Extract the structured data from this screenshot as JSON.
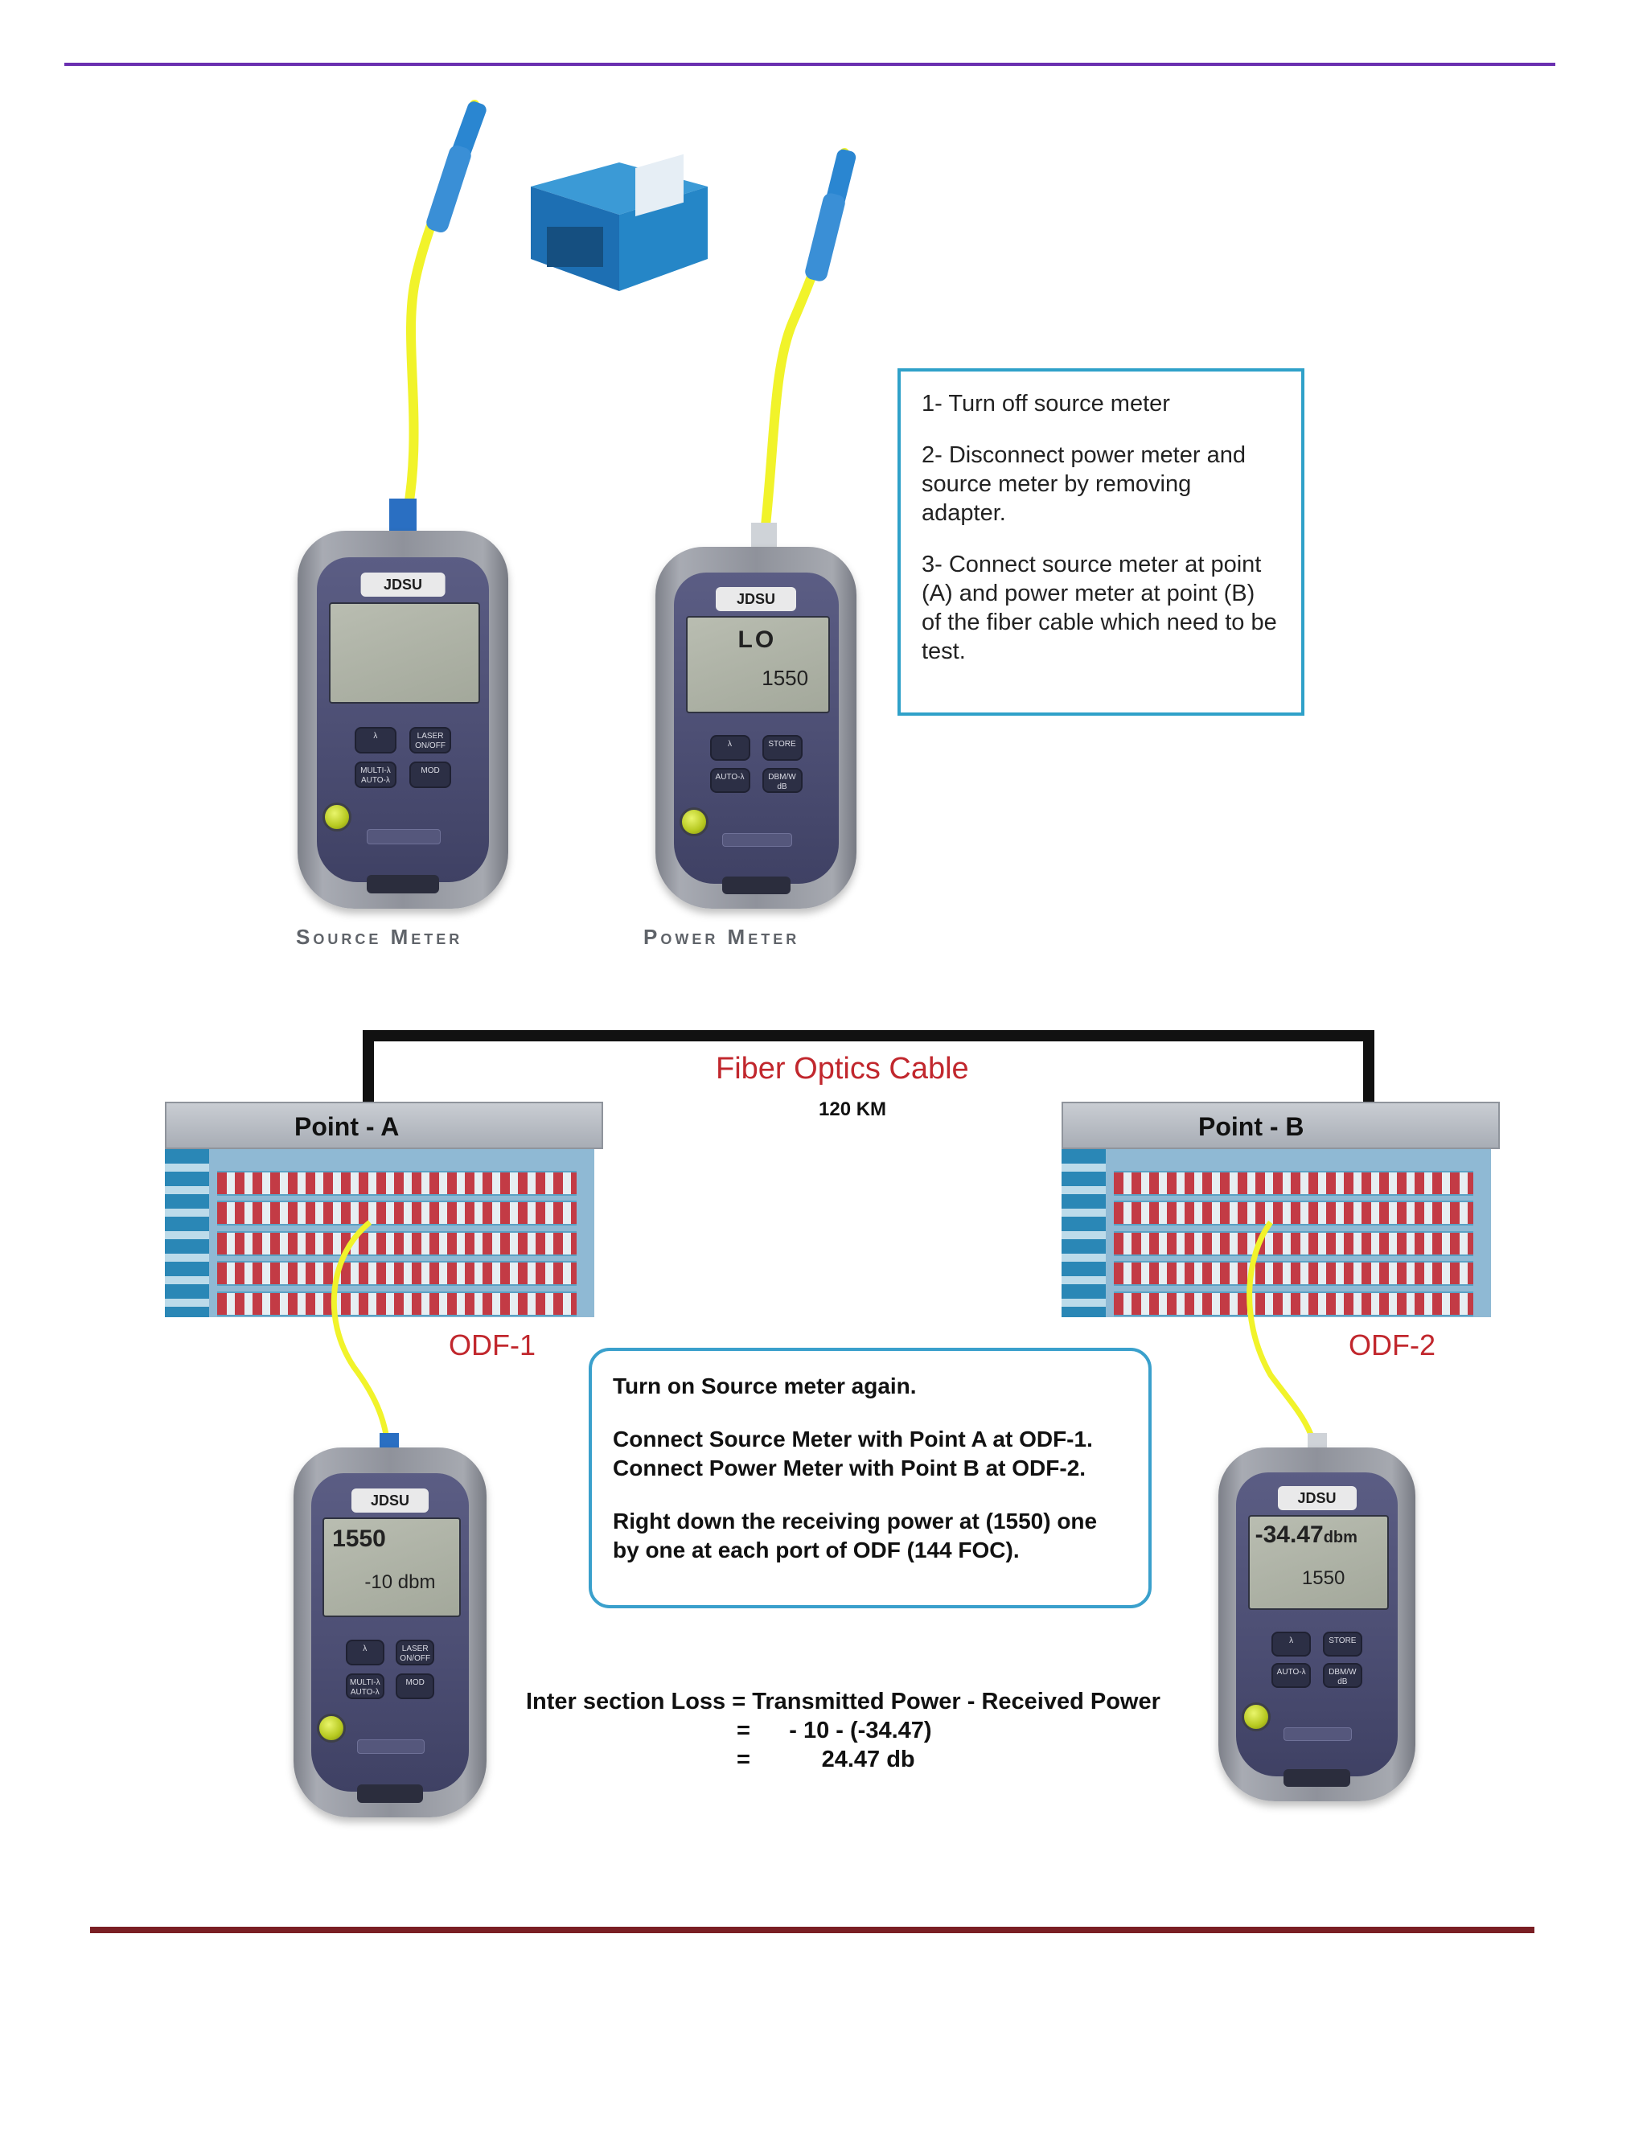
{
  "top_section": {
    "source_meter": {
      "brand": "JDSU",
      "caption": "Source Meter",
      "buttons": [
        "λ",
        "LASER ON/OFF",
        "MULTI-λ AUTO-λ",
        "MOD"
      ]
    },
    "power_meter": {
      "brand": "JDSU",
      "caption": "Power Meter",
      "screen_line1": "LO",
      "screen_line2": "1550",
      "buttons": [
        "λ",
        "STORE",
        "AUTO-λ",
        "DBM/W dB"
      ]
    },
    "instructions": [
      "1- Turn off source meter",
      "2- Disconnect power meter and source meter by removing adapter.",
      "3- Connect source meter at point (A) and power meter at point (B) of the fiber cable which need to be test."
    ]
  },
  "bottom_section": {
    "cable_title": "Fiber Optics Cable",
    "cable_length": "120 KM",
    "point_a": "Point - A",
    "point_b": "Point - B",
    "odf1": "ODF-1",
    "odf2": "ODF-2",
    "source_meter": {
      "brand": "JDSU",
      "screen_line1": "1550",
      "screen_line2": "-10 dbm",
      "buttons": [
        "λ",
        "LASER ON/OFF",
        "MULTI-λ AUTO-λ",
        "MOD"
      ]
    },
    "power_meter": {
      "brand": "JDSU",
      "screen_value": "-34.47",
      "screen_unit": "dbm",
      "screen_line2": "1550",
      "buttons": [
        "λ",
        "STORE",
        "AUTO-λ",
        "DBM/W dB"
      ]
    },
    "instructions": [
      "Turn on Source meter again.",
      "Connect Source Meter with Point A at ODF-1.\nConnect Power Meter with  Point B at ODF-2.",
      "Right down the receiving power at (1550) one by one at each port of ODF (144 FOC)."
    ],
    "formula": [
      "Inter section Loss = Transmitted Power - Received Power",
      "=      - 10 - (-34.47)",
      "=           24.47 db"
    ]
  },
  "colors": {
    "top_rule": "#6a2fb0",
    "bottom_rule": "#7a1f24",
    "box_border": "#2fa1c9",
    "red_label": "#c1272d",
    "fiber": "#f1f32a"
  }
}
